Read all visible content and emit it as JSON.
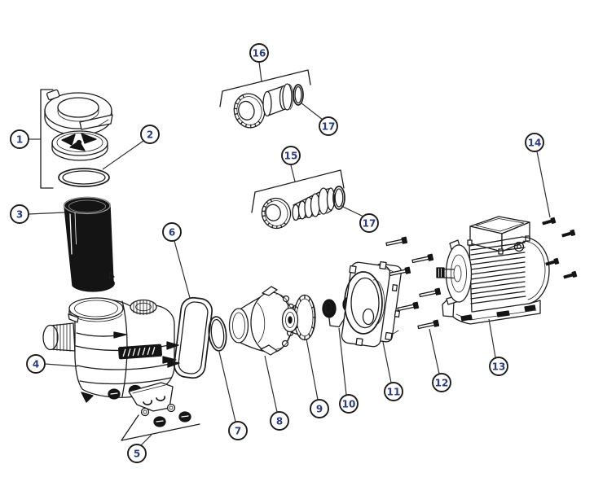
{
  "figure": {
    "type": "exploded-parts-diagram",
    "background": "#ffffff"
  },
  "colors": {
    "line": "#1c1c1c",
    "callout_number": "#2a3a85"
  },
  "callouts": [
    {
      "number": "1"
    },
    {
      "number": "2"
    },
    {
      "number": "3"
    },
    {
      "number": "4"
    },
    {
      "number": "5"
    },
    {
      "number": "6"
    },
    {
      "number": "7"
    },
    {
      "number": "8"
    },
    {
      "number": "9"
    },
    {
      "number": "10"
    },
    {
      "number": "11"
    },
    {
      "number": "12"
    },
    {
      "number": "13"
    },
    {
      "number": "14"
    },
    {
      "number": "15"
    },
    {
      "number": "16"
    },
    {
      "number": "17"
    },
    {
      "number": "17"
    }
  ]
}
